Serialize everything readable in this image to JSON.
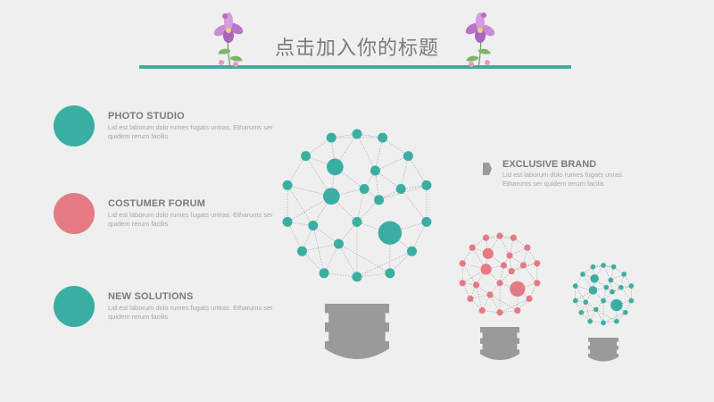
{
  "slide": {
    "title": "点击加入你的标题"
  },
  "colors": {
    "teal": "#3aaea3",
    "pink": "#e57a84",
    "gray": "#9a9a9a",
    "text": "#7b7b7b"
  },
  "items": [
    {
      "heading": "PHOTO STUDIO",
      "body": "Lid est laborum dolo rumes fugats untras. Etharums ser quidem rerum facilis",
      "color": "#3aaea3"
    },
    {
      "heading": "COSTUMER FORUM",
      "body": "Lid est laborum dolo rumes fugats untras. Etharums ser quidem rerum facilis",
      "color": "#e57a84"
    },
    {
      "heading": "NEW SOLUTIONS",
      "body": "Lid est laborum dolo rumes fugats untras. Etharums ser quidem rerum facilis",
      "color": "#3aaea3"
    }
  ],
  "brand": {
    "heading": "EXCLUSIVE BRAND",
    "body": "Lid est laborum dolo rumes fugats unras. Etharums ser quidem rerum facilis",
    "icon": "arrow-right-icon"
  }
}
